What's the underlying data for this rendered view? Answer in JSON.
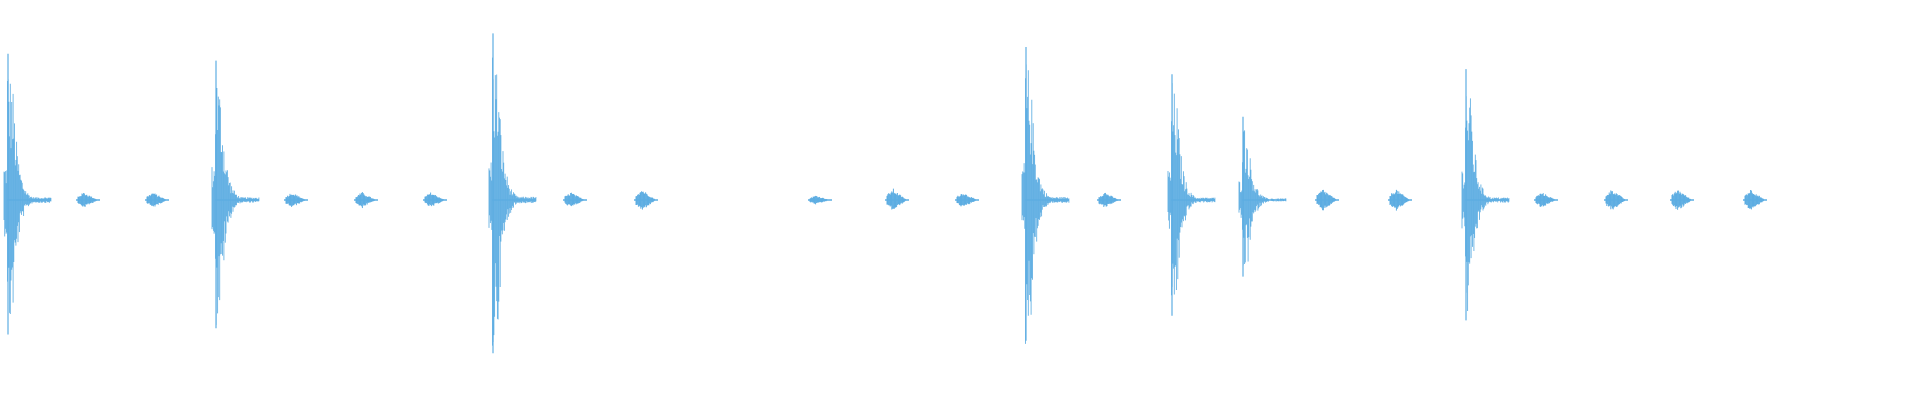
{
  "waveform": {
    "color": "#5dade2",
    "background": "#ffffff",
    "amplitude_max": 1.0,
    "duration_units": 1920,
    "segments": [
      {
        "kind": "burst",
        "time": 7,
        "amplitude": 0.86
      },
      {
        "kind": "blip",
        "time": 78,
        "amplitude": 0.05
      },
      {
        "kind": "blip",
        "time": 147,
        "amplitude": 0.05
      },
      {
        "kind": "burst",
        "time": 215,
        "amplitude": 0.82
      },
      {
        "kind": "blip",
        "time": 286,
        "amplitude": 0.05
      },
      {
        "kind": "blip",
        "time": 356,
        "amplitude": 0.05
      },
      {
        "kind": "blip",
        "time": 425,
        "amplitude": 0.05
      },
      {
        "kind": "burst",
        "time": 492,
        "amplitude": 0.98
      },
      {
        "kind": "blip",
        "time": 565,
        "amplitude": 0.05
      },
      {
        "kind": "blip",
        "time": 636,
        "amplitude": 0.07
      },
      {
        "kind": "blip",
        "time": 810,
        "amplitude": 0.03
      },
      {
        "kind": "blip",
        "time": 887,
        "amplitude": 0.07
      },
      {
        "kind": "blip",
        "time": 957,
        "amplitude": 0.05
      },
      {
        "kind": "burst",
        "time": 1025,
        "amplitude": 0.9
      },
      {
        "kind": "blip",
        "time": 1099,
        "amplitude": 0.05
      },
      {
        "kind": "burst",
        "time": 1171,
        "amplitude": 0.74
      },
      {
        "kind": "burst",
        "time": 1242,
        "amplitude": 0.49
      },
      {
        "kind": "blip",
        "time": 1317,
        "amplitude": 0.07
      },
      {
        "kind": "blip",
        "time": 1390,
        "amplitude": 0.07
      },
      {
        "kind": "burst",
        "time": 1465,
        "amplitude": 0.77
      },
      {
        "kind": "blip",
        "time": 1536,
        "amplitude": 0.05
      },
      {
        "kind": "blip",
        "time": 1606,
        "amplitude": 0.07
      },
      {
        "kind": "blip",
        "time": 1672,
        "amplitude": 0.07
      },
      {
        "kind": "blip",
        "time": 1745,
        "amplitude": 0.07
      }
    ]
  }
}
